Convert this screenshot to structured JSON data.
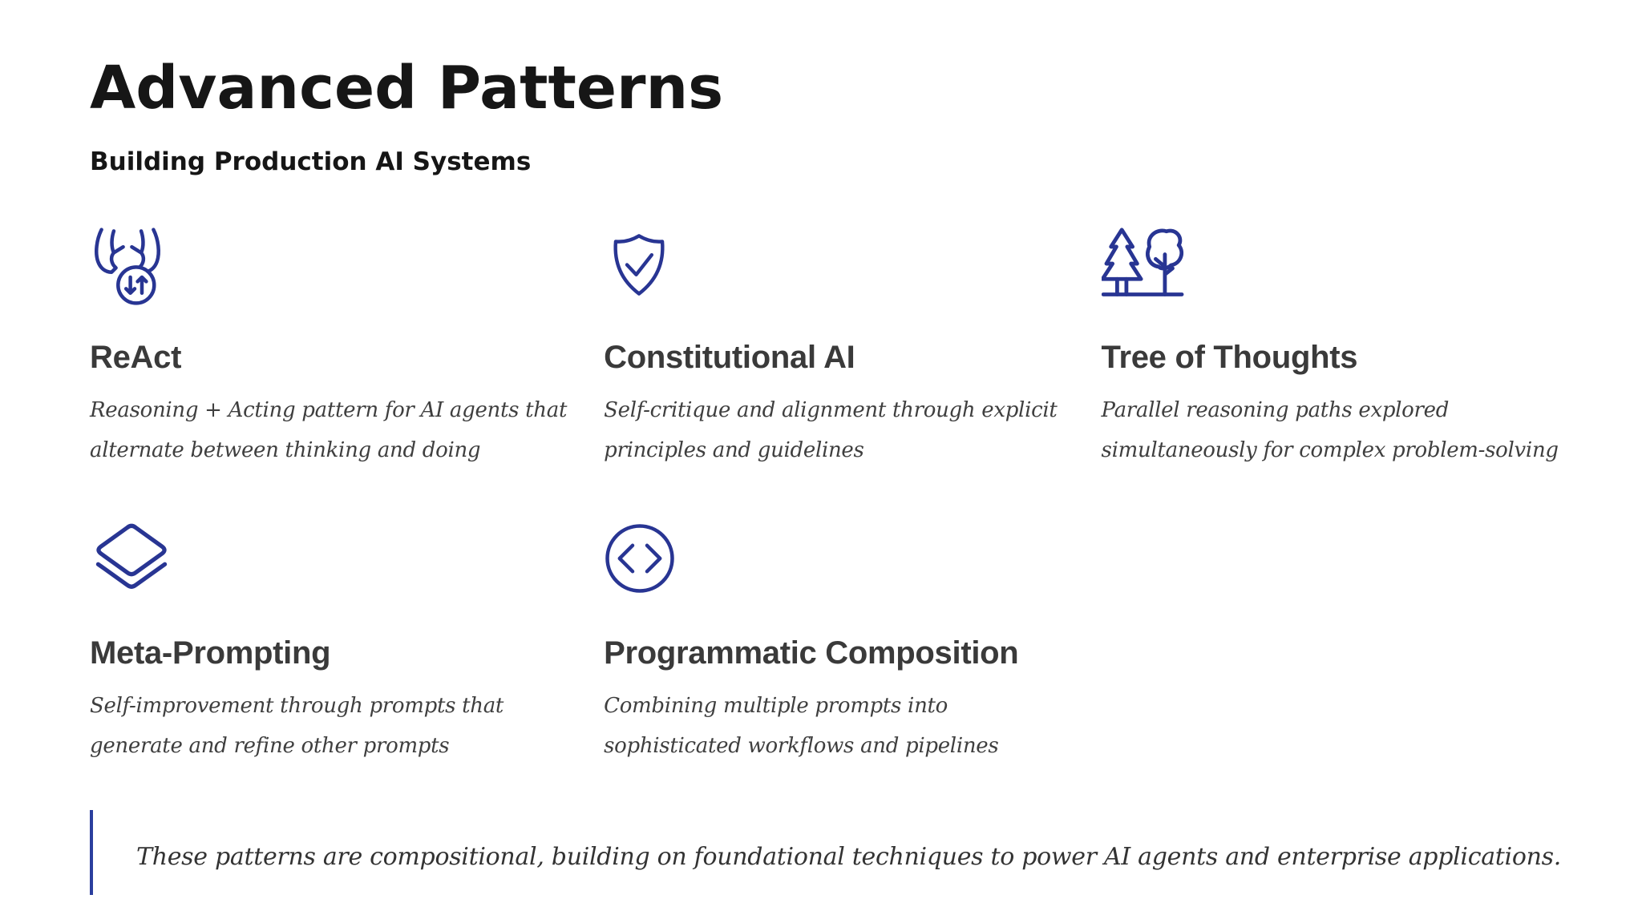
{
  "page": {
    "title": "Advanced Patterns",
    "subtitle": "Building Production AI Systems"
  },
  "colors": {
    "accent": "#283593",
    "heading": "#161616",
    "card_title": "#3a3a3a",
    "body_text": "#3f3f3f",
    "footer_bar": "#2b3f9e"
  },
  "cards": [
    {
      "icon": "hands-exchange-icon",
      "title": "ReAct",
      "description_lines": [
        "Reasoning + Acting pattern for AI agents that",
        "alternate between thinking and doing"
      ]
    },
    {
      "icon": "shield-check-icon",
      "title": "Constitutional AI",
      "description_lines": [
        "Self-critique and alignment through explicit",
        "principles and guidelines"
      ]
    },
    {
      "icon": "trees-icon",
      "title": "Tree of Thoughts",
      "description_lines": [
        "Parallel reasoning paths explored",
        "simultaneously for complex problem-solving"
      ]
    },
    {
      "icon": "layers-icon",
      "title": "Meta-Prompting",
      "description_lines": [
        "Self-improvement through prompts that",
        "generate and refine other prompts"
      ]
    },
    {
      "icon": "code-circle-icon",
      "title": "Programmatic Composition",
      "description_lines": [
        "Combining multiple prompts into",
        "sophisticated workflows and pipelines"
      ]
    }
  ],
  "footer": {
    "note": "These patterns are compositional, building on foundational techniques to power AI agents and enterprise applications."
  }
}
